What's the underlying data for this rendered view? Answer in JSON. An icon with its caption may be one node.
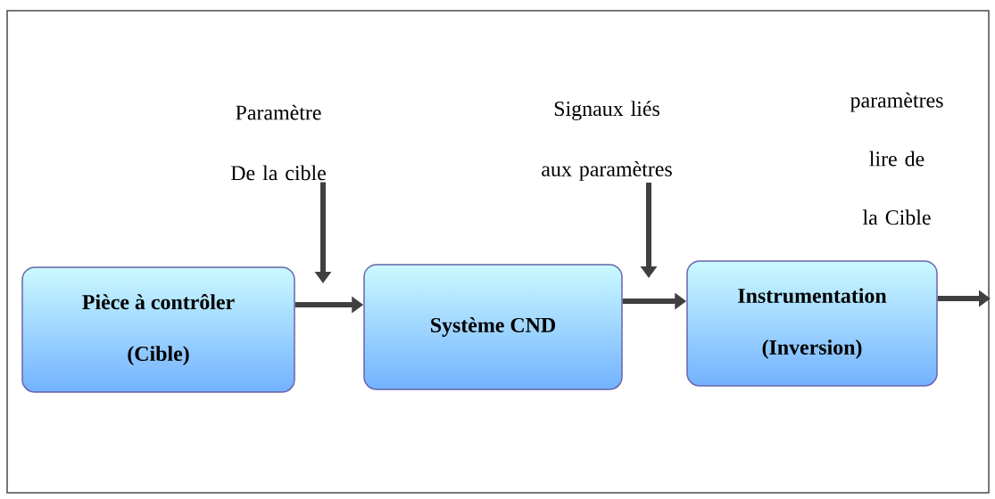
{
  "diagram": {
    "nodes": [
      {
        "text": [
          "Pièce à contrôler",
          "(Cible)"
        ]
      },
      {
        "text": [
          "Système CND"
        ]
      },
      {
        "text": [
          "Instrumentation",
          "(Inversion)"
        ]
      },
      {
        "text": [
          "Paramètre De la cible"
        ]
      },
      {
        "text": [
          "Signaux liés aux paramètres"
        ]
      }
    ],
    "edges": [
      {
        "from": 0,
        "to": 1,
        "arrow": "to"
      },
      {
        "from": 1,
        "to": 2,
        "arrow": "to"
      },
      {
        "from": 2,
        "to": null,
        "arrow": "to"
      },
      {
        "from": 3,
        "to": null,
        "arrow": "to"
      },
      {
        "from": 4,
        "to": null,
        "arrow": "to"
      }
    ],
    "labels": [
      "paramètres lire de la Cible"
    ]
  }
}
